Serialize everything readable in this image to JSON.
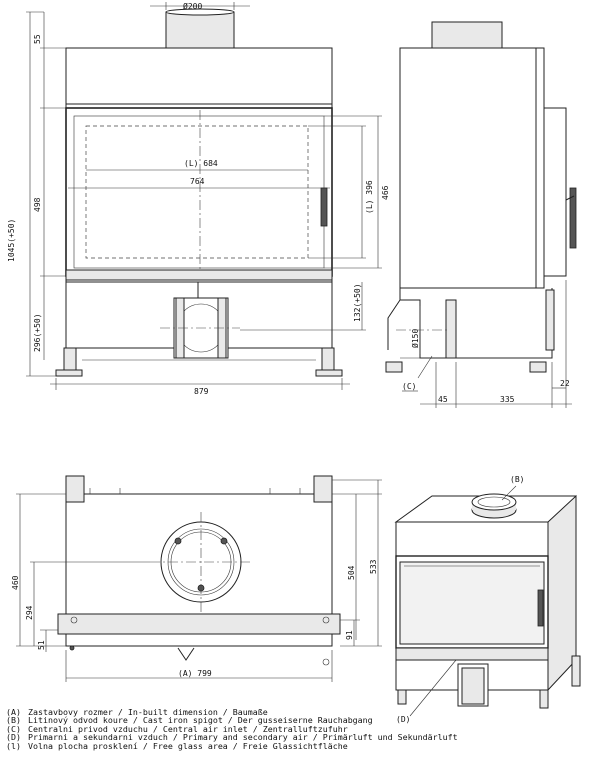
{
  "front_view": {
    "flue_diameter": "Ø200",
    "dim_top_offset": "55",
    "dim_total_height": "1045(+50)",
    "dim_body_height": "498",
    "dim_glass_width": "(L) 684",
    "dim_door_width": "764",
    "dim_glass_height": "(L) 396",
    "dim_door_height": "466",
    "dim_base_height": "296(+50)",
    "dim_inlet_height": "132(+50)",
    "dim_total_width": "879"
  },
  "side_view": {
    "inlet_diameter": "Ø150",
    "label_c": "(C)",
    "dim_45": "45",
    "dim_335": "335",
    "dim_22": "22"
  },
  "plan_view": {
    "dim_width": "(A) 799",
    "dim_460": "460",
    "dim_294": "294",
    "dim_51": "51",
    "dim_504": "504",
    "dim_533": "533",
    "dim_91": "91"
  },
  "iso_view": {
    "label_b": "(B)",
    "label_d": "(D)"
  },
  "legend": [
    {
      "key": "(A)",
      "text": "Zastavbovy rozmer / In-built dimension / Baumaße"
    },
    {
      "key": "(B)",
      "text": "Litinový odvod koure / Cast iron spigot / Der gusseiserne Rauchabgang"
    },
    {
      "key": "(C)",
      "text": "Centralni privod vzduchu / Central air inlet / Zentralluftzufuhr"
    },
    {
      "key": "(D)",
      "text": "Primarni a sekundarni vzduch / Primary and secondary air / Primärluft und Sekundärluft"
    },
    {
      "key": "(l)",
      "text": "Volna plocha prosklení / Free glass area / Freie Glassichtfläche"
    }
  ]
}
